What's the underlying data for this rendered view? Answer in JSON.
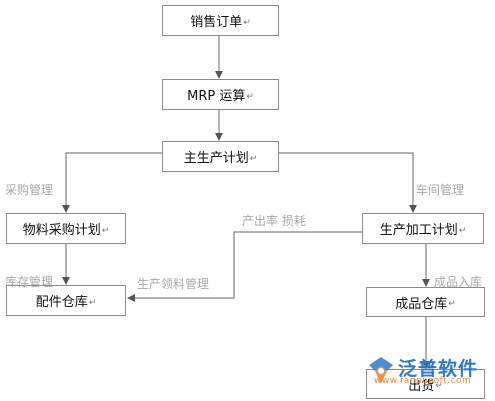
{
  "nodes": {
    "sales_order": "销售订单",
    "mrp": "MRP 运算",
    "master_plan": "主生产计划",
    "material_purchase": "物料采购计划",
    "production_plan": "生产加工计划",
    "parts_warehouse": "配件仓库",
    "product_warehouse": "成品仓库",
    "shipping": "出货"
  },
  "paragraph_mark": "↵",
  "edge_labels": {
    "purchase_mgmt": "采购管理",
    "workshop_mgmt": "车间管理",
    "output_loss": "产出率 损耗",
    "inventory_mgmt": "库存管理",
    "material_issue_mgmt": "生产领料管理",
    "product_inbound": "成品入库"
  },
  "logo": {
    "name": "泛普软件",
    "url": "www.fanpusoft.com",
    "colors": {
      "blue": "#2e7bc4",
      "orange": "#e58a3a"
    }
  },
  "colors": {
    "line": "#666666",
    "box_border": "#8a8a8a",
    "label": "#a7a7a7"
  }
}
